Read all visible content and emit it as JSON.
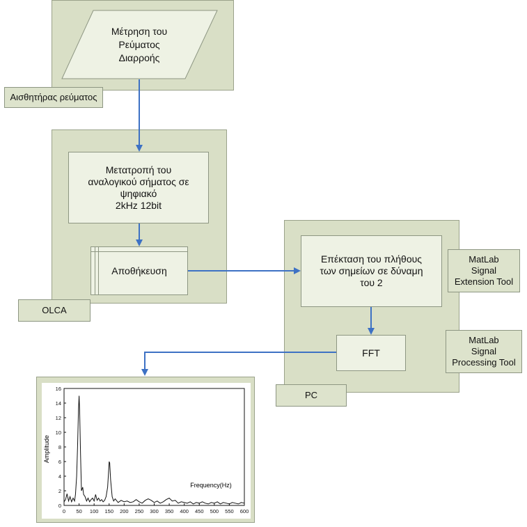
{
  "colors": {
    "zone": "#d9dfc6",
    "box": "#eef2e4",
    "arrow": "#3d71c4"
  },
  "nodes": {
    "measure": "Μέτρηση του\nΡεύματος\nΔιαρροής",
    "current_sensor": "Αισθητήρας ρεύματος",
    "adc": "Μετατροπή του\nαναλογικού σήματος σε\nψηφιακό\n2kHz 12bit",
    "storage": "Αποθήκευση",
    "olca": "OLCA",
    "extend": "Επέκταση του πλήθους\nτων σημείων σε δύναμη\nτου 2",
    "fft": "FFT",
    "pc": "PC",
    "matlab_ext": "MatLab\nSignal\nExtension Tool",
    "matlab_proc": "MatLab\nSignal\nProcessing Tool"
  },
  "chart_data": {
    "type": "line",
    "xlabel": "Frequency(Hz)",
    "ylabel": "Amplitude",
    "xlim": [
      0,
      600
    ],
    "ylim": [
      0,
      16
    ],
    "xticks": [
      0,
      50,
      100,
      150,
      200,
      250,
      300,
      350,
      400,
      450,
      500,
      550,
      600
    ],
    "yticks": [
      0,
      2,
      4,
      6,
      8,
      10,
      12,
      14,
      16
    ],
    "series": [
      {
        "x": [
          0,
          5,
          10,
          15,
          20,
          25,
          30,
          35,
          38,
          42,
          45,
          48,
          50,
          52,
          55,
          58,
          62,
          65,
          70,
          75,
          80,
          85,
          90,
          95,
          100,
          105,
          110,
          115,
          120,
          125,
          130,
          135,
          140,
          145,
          148,
          150,
          152,
          155,
          160,
          165,
          170,
          180,
          190,
          200,
          210,
          220,
          230,
          240,
          250,
          260,
          270,
          280,
          290,
          300,
          310,
          320,
          330,
          340,
          350,
          360,
          370,
          380,
          390,
          400,
          410,
          420,
          430,
          440,
          450,
          460,
          470,
          480,
          490,
          500,
          510,
          520,
          530,
          540,
          550,
          560,
          570,
          580,
          590,
          600
        ],
        "y": [
          0.5,
          0.8,
          1.6,
          0.6,
          1.2,
          0.5,
          1.0,
          0.6,
          1.5,
          4.0,
          8.0,
          13.0,
          15.0,
          13.0,
          7.0,
          2.0,
          2.5,
          1.5,
          1.2,
          0.6,
          1.0,
          0.5,
          0.8,
          1.0,
          0.6,
          1.5,
          0.7,
          1.0,
          0.6,
          0.8,
          0.5,
          0.7,
          1.2,
          2.5,
          4.5,
          6.0,
          5.8,
          3.5,
          1.2,
          0.6,
          0.9,
          0.4,
          0.7,
          0.5,
          0.6,
          0.4,
          0.5,
          0.8,
          0.5,
          0.3,
          0.7,
          0.9,
          0.7,
          0.4,
          0.6,
          0.3,
          0.5,
          0.8,
          1.0,
          0.6,
          0.7,
          0.3,
          0.5,
          0.4,
          0.3,
          0.5,
          0.2,
          0.4,
          0.3,
          0.5,
          0.3,
          0.2,
          0.4,
          0.3,
          0.5,
          0.2,
          0.4,
          0.3,
          0.2,
          0.4,
          0.3,
          0.2,
          0.4,
          0.3
        ]
      }
    ]
  }
}
